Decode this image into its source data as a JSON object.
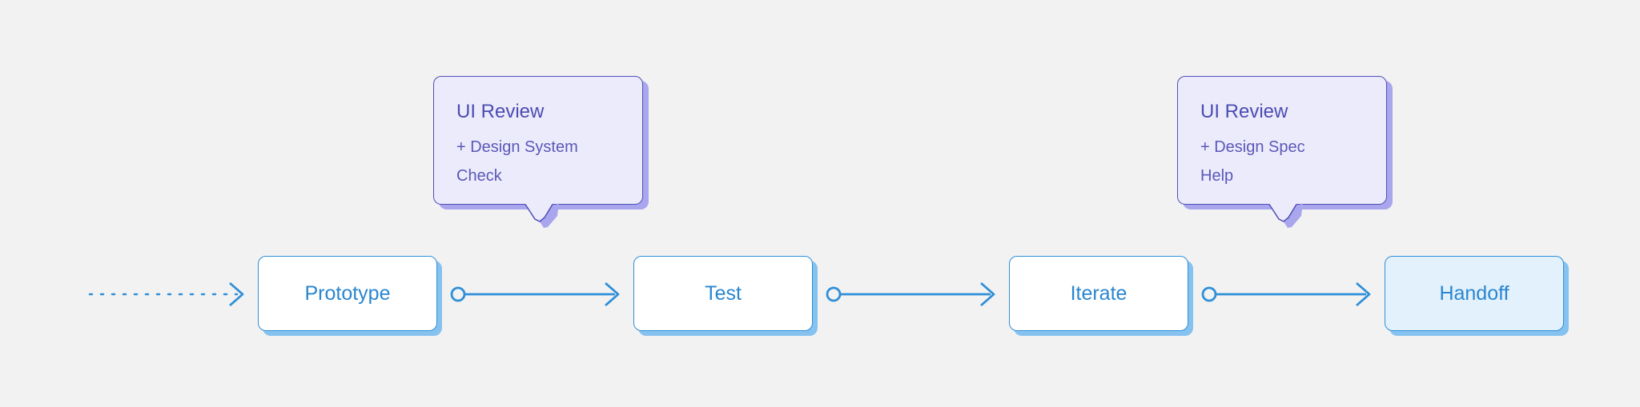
{
  "stages": [
    {
      "label": "Prototype",
      "accent": "#2f8fd8",
      "fill": "#ffffff"
    },
    {
      "label": "Test",
      "accent": "#2f8fd8",
      "fill": "#ffffff"
    },
    {
      "label": "Iterate",
      "accent": "#2f8fd8",
      "fill": "#ffffff"
    },
    {
      "label": "Handoff",
      "accent": "#2f8fd8",
      "fill": "#e3f1fc"
    }
  ],
  "reviews": [
    {
      "title": "UI Review",
      "note": "+ Design System Check",
      "attached_to": "Test"
    },
    {
      "title": "UI Review",
      "note": "+ Design Spec Help",
      "attached_to": "Handoff"
    }
  ],
  "connectors": {
    "incoming": {
      "style": "dotted",
      "icon": "arrow-head"
    },
    "between": {
      "style": "solid",
      "start_icon": "circle",
      "end_icon": "arrow-head"
    }
  },
  "colors": {
    "background": "#f2f2f2",
    "stage_accent": "#2f8fd8",
    "stage_shadow": "#86c2ef",
    "review_border": "#4f4fb8",
    "review_fill": "#ecebfb",
    "review_shadow": "#a9a6ee"
  }
}
